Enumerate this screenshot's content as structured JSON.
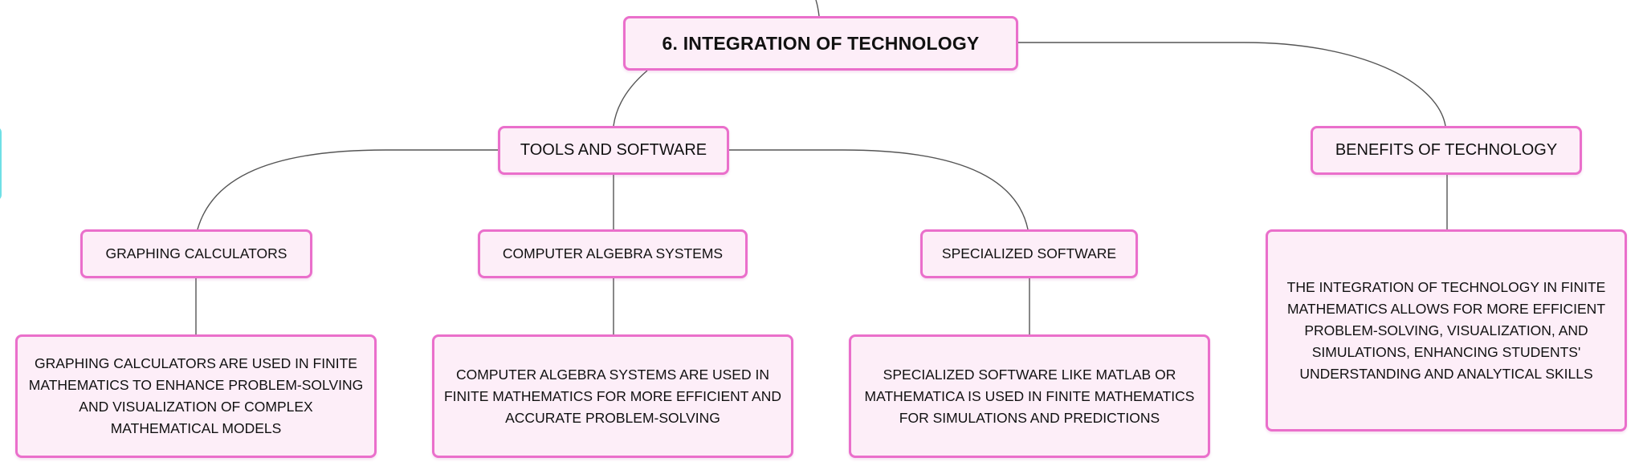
{
  "colors": {
    "node_fill": "#fdeef8",
    "node_border": "#ea6fcb",
    "connector": "#555555",
    "offscreen_node_border": "#6fe0e6"
  },
  "root": {
    "label": "6. INTEGRATION OF TECHNOLOGY"
  },
  "tools": {
    "label": "TOOLS AND SOFTWARE",
    "graphing": {
      "label": "GRAPHING CALCULATORS",
      "description": "GRAPHING CALCULATORS ARE USED IN FINITE MATHEMATICS TO ENHANCE PROBLEM-SOLVING AND VISUALIZATION OF COMPLEX MATHEMATICAL MODELS"
    },
    "cas": {
      "label": "COMPUTER ALGEBRA SYSTEMS",
      "description": "COMPUTER ALGEBRA SYSTEMS ARE USED IN FINITE MATHEMATICS FOR MORE EFFICIENT AND ACCURATE PROBLEM-SOLVING"
    },
    "specialized": {
      "label": "SPECIALIZED SOFTWARE",
      "description": "SPECIALIZED SOFTWARE LIKE MATLAB OR MATHEMATICA IS USED IN FINITE MATHEMATICS FOR SIMULATIONS AND PREDICTIONS"
    }
  },
  "benefits": {
    "label": "BENEFITS OF TECHNOLOGY",
    "description": "THE INTEGRATION OF TECHNOLOGY IN FINITE MATHEMATICS ALLOWS FOR MORE EFFICIENT PROBLEM-SOLVING, VISUALIZATION, AND SIMULATIONS, ENHANCING STUDENTS' UNDERSTANDING AND ANALYTICAL SKILLS"
  }
}
